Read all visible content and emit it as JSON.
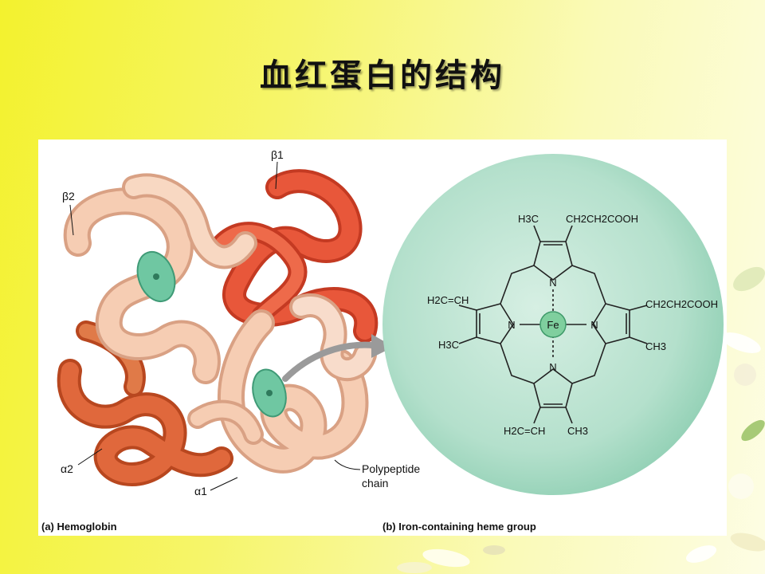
{
  "slide": {
    "title": "血红蛋白的结构"
  },
  "panel_a": {
    "caption": "(a) Hemoglobin",
    "labels": {
      "beta1": "β1",
      "beta2": "β2",
      "alpha1": "α1",
      "alpha2": "α2",
      "polypeptide_line1": "Polypeptide",
      "polypeptide_line2": "chain"
    }
  },
  "panel_b": {
    "caption": "(b) Iron-containing heme group",
    "substituents": {
      "top_left": "H3C",
      "top_right": "CH2CH2COOH",
      "right_upper": "CH2CH2COOH",
      "right_lower": "CH3",
      "left_upper": "H2C=CH",
      "left_lower": "H3C",
      "bottom_left": "H2C=CH",
      "bottom_right": "CH3"
    },
    "atoms": {
      "iron": "Fe",
      "n_top": "N",
      "n_left": "N",
      "n_right": "N",
      "n_bottom": "N"
    }
  },
  "colors": {
    "background": "#f3f22e",
    "beta_chain": "#e8573a",
    "alpha_chain": "#f3c7ab",
    "alpha2_chain": "#e0683c",
    "heme_sphere": "#a9dcc8",
    "heme_disc": "#6fc7a2"
  }
}
